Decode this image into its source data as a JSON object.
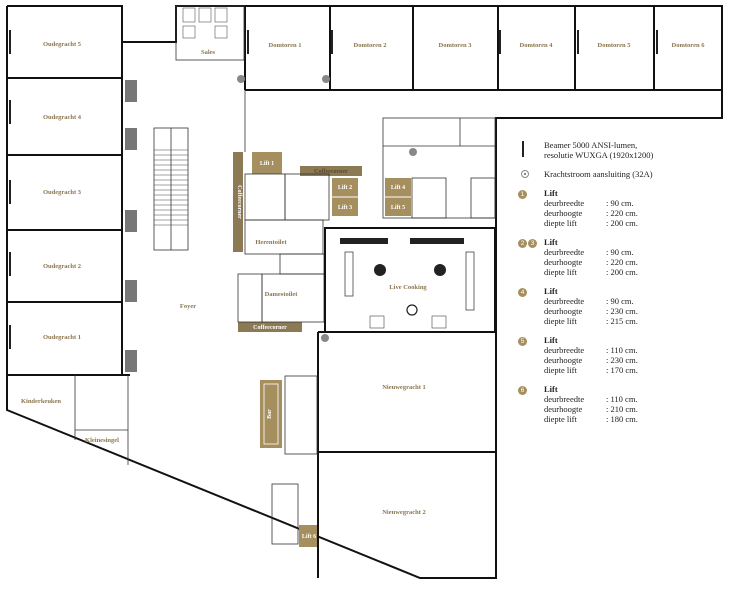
{
  "rooms": {
    "oudegracht_5": "Oudegracht 5",
    "oudegracht_4": "Oudegracht 4",
    "oudegracht_3": "Oudegracht 3",
    "oudegracht_2": "Oudegracht 2",
    "oudegracht_1": "Oudegracht 1",
    "kinderkeuken": "Kinderkeuken",
    "kleinesingel": "Kleinesingel",
    "sales": "Sales",
    "domtoren_1": "Domtoren 1",
    "domtoren_2": "Domtoren 2",
    "domtoren_3": "Domtoren 3",
    "domtoren_4": "Domtoren 4",
    "domtoren_5": "Domtoren 5",
    "domtoren_6": "Domtoren 6",
    "foyer": "Foyer",
    "coffeecorner_top": "Coffeecorner",
    "coffeecorner_side": "Coffeecorner",
    "coffeecorner_bottom": "Coffeecorner",
    "herentoilet": "Herentoilet",
    "damestoilet": "Damestoilet",
    "live_cooking": "Live Cooking",
    "bar": "Bar",
    "nieuwegracht_1": "Nieuwegracht 1",
    "nieuwegracht_2": "Nieuwegracht 2",
    "lift_1": "Lift 1",
    "lift_2": "Lift 2",
    "lift_3": "Lift 3",
    "lift_4": "Lift 4",
    "lift_5": "Lift 5",
    "lift_6": "Lift 6"
  },
  "legend": {
    "beamer_line1": "Beamer 5000 ANSI-lumen,",
    "beamer_line2": "resolutie WUXGA (1920x1200)",
    "power": "Krachtstroom aansluiting (32A)",
    "lifts": [
      {
        "badges": [
          "1"
        ],
        "title": "Lift",
        "specs": [
          {
            "key": "deurbreedte",
            "value": ": 90 cm."
          },
          {
            "key": "deurhoogte",
            "value": ": 220 cm."
          },
          {
            "key": "diepte lift",
            "value": ": 200 cm."
          }
        ]
      },
      {
        "badges": [
          "2",
          "3"
        ],
        "title": "Lift",
        "specs": [
          {
            "key": "deurbreedte",
            "value": ": 90 cm."
          },
          {
            "key": "deurhoogte",
            "value": ": 220 cm."
          },
          {
            "key": "diepte lift",
            "value": ": 200 cm."
          }
        ]
      },
      {
        "badges": [
          "4"
        ],
        "title": "Lift",
        "specs": [
          {
            "key": "deurbreedte",
            "value": ": 90 cm."
          },
          {
            "key": "deurhoogte",
            "value": ": 230 cm."
          },
          {
            "key": "diepte lift",
            "value": ": 215 cm."
          }
        ]
      },
      {
        "badges": [
          "5"
        ],
        "title": "Lift",
        "specs": [
          {
            "key": "deurbreedte",
            "value": ": 110 cm."
          },
          {
            "key": "deurhoogte",
            "value": ": 230 cm."
          },
          {
            "key": "diepte lift",
            "value": ": 170 cm."
          }
        ]
      },
      {
        "badges": [
          "6"
        ],
        "title": "Lift",
        "specs": [
          {
            "key": "deurbreedte",
            "value": ": 110 cm."
          },
          {
            "key": "deurhoogte",
            "value": ": 210 cm."
          },
          {
            "key": "diepte lift",
            "value": ": 180 cm."
          }
        ]
      }
    ]
  },
  "colors": {
    "label": "#8a7650",
    "lift_fill": "#a68f5e",
    "corner_fill": "#8c7a55",
    "wall": "#111111"
  }
}
